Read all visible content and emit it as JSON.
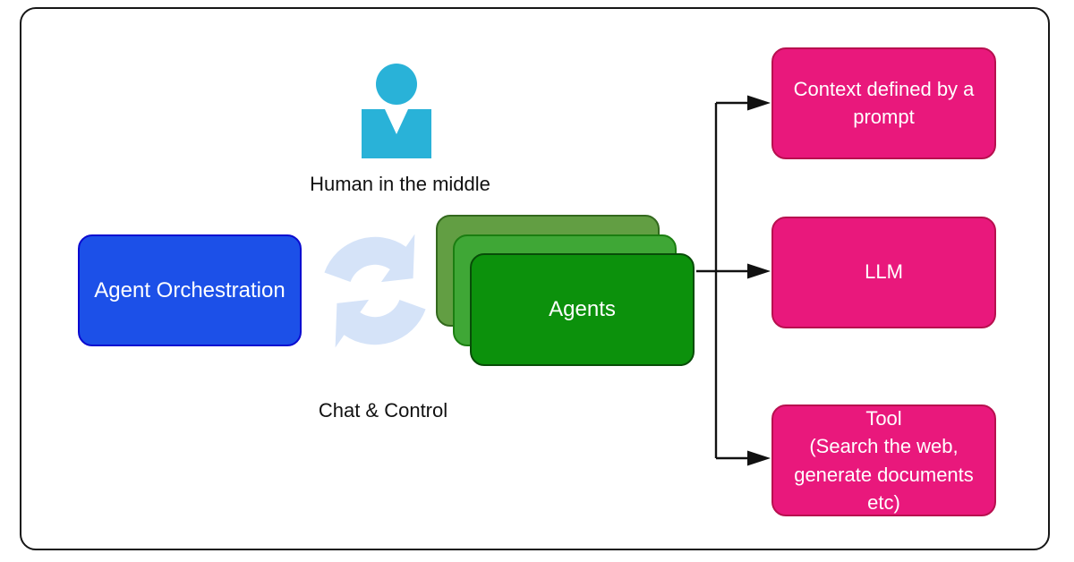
{
  "diagram": {
    "title_region": "agent orchestration flow",
    "human_label": "Human in the middle",
    "chat_label": "Chat & Control",
    "orchestration_label": "Agent Orchestration",
    "agents_label": "Agents",
    "context_label": "Context defined by a prompt",
    "llm_label": "LLM",
    "tool_lines": {
      "0": "Tool",
      "1": "(Search the web,",
      "2": "generate documents",
      "3": "etc)"
    },
    "icons": {
      "person": "person-icon",
      "cycle": "sync-cycle-icon",
      "arrows": "connector-arrows"
    },
    "colors": {
      "person_cyan": "#29b2d8",
      "cycle_pale_blue": "#d5e3f8",
      "orchestration_fill": "#1c50e8",
      "orchestration_border": "#0b0bd0",
      "agents_back_fill": "#629e43",
      "agents_mid_fill": "#3fa736",
      "agents_front_fill": "#0c910c",
      "pink_fill": "#e9187c",
      "pink_border": "#b8104f",
      "connector_black": "#111111",
      "frame_border": "#161616",
      "background": "#ffffff"
    }
  }
}
